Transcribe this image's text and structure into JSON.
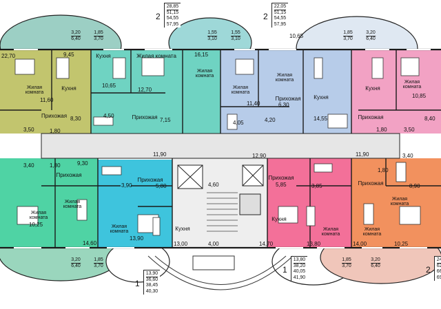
{
  "apartments_info": [
    {
      "number": "2",
      "areas": [
        "28,85",
        "51,15",
        "54,55",
        "57,95"
      ]
    },
    {
      "number": "2",
      "areas": [
        "22,05",
        "51,15",
        "54,55",
        "57,95"
      ]
    },
    {
      "number": "1",
      "areas": [
        "13,90",
        "36,60",
        "38,45",
        "40,30"
      ]
    },
    {
      "number": "1",
      "areas": [
        "13,80",
        "38,20",
        "40,05",
        "41,90"
      ]
    },
    {
      "number": "2",
      "areas": [
        "24",
        "62",
        "66",
        "69"
      ]
    }
  ],
  "balcony_pairs": [
    [
      "3,20",
      "6,40"
    ],
    [
      "1,85",
      "3,70"
    ],
    [
      "1,55",
      "3,10"
    ],
    [
      "1,55",
      "3,10"
    ],
    [
      "1,85",
      "3,70"
    ],
    [
      "3,20",
      "6,40"
    ],
    [
      "3,20",
      "6,40"
    ],
    [
      "1,85",
      "3,70"
    ],
    [
      "1,85",
      "3,70"
    ],
    [
      "3,20",
      "6,40"
    ]
  ],
  "top_extra": "10,65",
  "rooms": {
    "living": "Жилая комната",
    "living_multiline": "Жилая\nкомната",
    "kitchen": "Кухня",
    "hall": "Прихожая"
  },
  "stair_label": "4,60",
  "elevator_label": "4,00",
  "corridor_areas": [
    "11,90",
    "12,90",
    "11,90"
  ],
  "area_labels": {
    "a1": "12,70",
    "a2": "22,70",
    "a3": "9,45",
    "a4": "11,60",
    "a5": "8,30",
    "a6": "3,50",
    "a7": "1,80",
    "a8": "10,65",
    "a9": "4,50",
    "a10": "7,15",
    "a11": "16,15",
    "a12": "11,40",
    "a13": "6,30",
    "a14": "4,05",
    "a15": "4,20",
    "a16": "14,55",
    "a17": "10,85",
    "a18": "8,40",
    "a19": "1,80",
    "a20": "3,50",
    "a21": "3,40",
    "a22": "1,80",
    "a23": "9,30",
    "a24": "10,25",
    "a25": "14,60",
    "a26": "3,90",
    "a27": "5,80",
    "a28": "13,90",
    "a29": "13,00",
    "a30": "5,85",
    "a31": "3,85",
    "a32": "14,70",
    "a33": "13,80",
    "a34": "3,40",
    "a35": "1,80",
    "a36": "8,90",
    "a37": "14,00",
    "a38": "10,25"
  }
}
